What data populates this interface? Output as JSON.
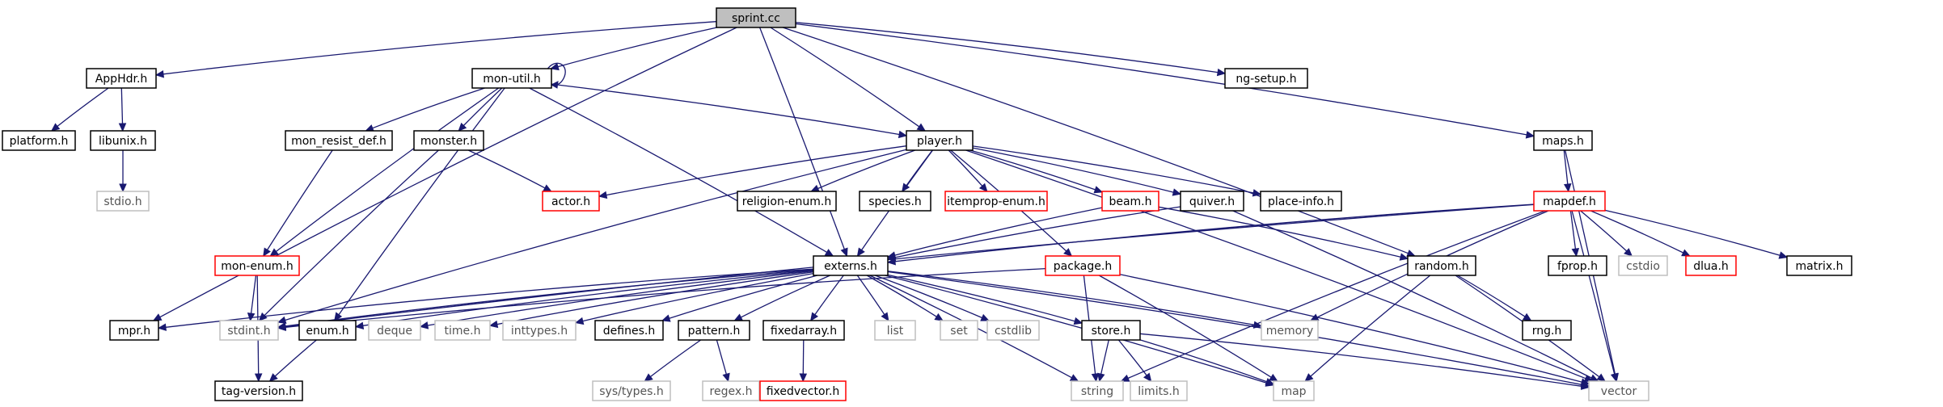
{
  "nodes": {
    "sprint_cc": {
      "label": "sprint.cc",
      "style": "root"
    },
    "apphdr_h": {
      "label": "AppHdr.h",
      "style": "normal"
    },
    "mon_util_h": {
      "label": "mon-util.h",
      "style": "normal"
    },
    "ng_setup_h": {
      "label": "ng-setup.h",
      "style": "normal"
    },
    "platform_h": {
      "label": "platform.h",
      "style": "normal"
    },
    "libunix_h": {
      "label": "libunix.h",
      "style": "normal"
    },
    "stdio_h": {
      "label": "stdio.h",
      "style": "system"
    },
    "mon_resist_def_h": {
      "label": "mon_resist_def.h",
      "style": "normal"
    },
    "monster_h": {
      "label": "monster.h",
      "style": "normal"
    },
    "player_h": {
      "label": "player.h",
      "style": "normal"
    },
    "maps_h": {
      "label": "maps.h",
      "style": "normal"
    },
    "religion_enum_h": {
      "label": "religion-enum.h",
      "style": "normal"
    },
    "species_h": {
      "label": "species.h",
      "style": "normal"
    },
    "itemprop_enum_h": {
      "label": "itemprop-enum.h",
      "style": "truncated"
    },
    "beam_h": {
      "label": "beam.h",
      "style": "truncated"
    },
    "quiver_h": {
      "label": "quiver.h",
      "style": "normal"
    },
    "place_info_h": {
      "label": "place-info.h",
      "style": "normal"
    },
    "actor_h": {
      "label": "actor.h",
      "style": "truncated"
    },
    "mapdef_h": {
      "label": "mapdef.h",
      "style": "truncated"
    },
    "mon_enum_h": {
      "label": "mon-enum.h",
      "style": "truncated"
    },
    "externs_h": {
      "label": "externs.h",
      "style": "normal"
    },
    "package_h": {
      "label": "package.h",
      "style": "truncated"
    },
    "random_h": {
      "label": "random.h",
      "style": "normal"
    },
    "fprop_h": {
      "label": "fprop.h",
      "style": "normal"
    },
    "cstdio": {
      "label": "cstdio",
      "style": "system"
    },
    "dlua_h": {
      "label": "dlua.h",
      "style": "truncated"
    },
    "matrix_h": {
      "label": "matrix.h",
      "style": "normal"
    },
    "mpr_h": {
      "label": "mpr.h",
      "style": "normal"
    },
    "stdint_h": {
      "label": "stdint.h",
      "style": "system"
    },
    "enum_h": {
      "label": "enum.h",
      "style": "normal"
    },
    "deque": {
      "label": "deque",
      "style": "system"
    },
    "time_h": {
      "label": "time.h",
      "style": "system"
    },
    "inttypes_h": {
      "label": "inttypes.h",
      "style": "system"
    },
    "defines_h": {
      "label": "defines.h",
      "style": "normal"
    },
    "pattern_h": {
      "label": "pattern.h",
      "style": "normal"
    },
    "fixedarray_h": {
      "label": "fixedarray.h",
      "style": "normal"
    },
    "list": {
      "label": "list",
      "style": "system"
    },
    "set": {
      "label": "set",
      "style": "system"
    },
    "cstdlib": {
      "label": "cstdlib",
      "style": "system"
    },
    "store_h": {
      "label": "store.h",
      "style": "normal"
    },
    "memory": {
      "label": "memory",
      "style": "system"
    },
    "rng_h": {
      "label": "rng.h",
      "style": "normal"
    },
    "tag_version_h": {
      "label": "tag-version.h",
      "style": "normal"
    },
    "sys_types_h": {
      "label": "sys/types.h",
      "style": "system"
    },
    "regex_h": {
      "label": "regex.h",
      "style": "system"
    },
    "fixedvector_h": {
      "label": "fixedvector.h",
      "style": "truncated"
    },
    "string": {
      "label": "string",
      "style": "system"
    },
    "limits_h": {
      "label": "limits.h",
      "style": "system"
    },
    "map": {
      "label": "map",
      "style": "system"
    },
    "vector": {
      "label": "vector",
      "style": "system"
    }
  },
  "edges": [
    [
      "sprint_cc",
      "apphdr_h"
    ],
    [
      "sprint_cc",
      "mon_util_h"
    ],
    [
      "sprint_cc",
      "ng_setup_h"
    ],
    [
      "sprint_cc",
      "mpr_h"
    ],
    [
      "sprint_cc",
      "player_h"
    ],
    [
      "sprint_cc",
      "maps_h"
    ],
    [
      "sprint_cc",
      "externs_h"
    ],
    [
      "sprint_cc",
      "random_h"
    ],
    [
      "apphdr_h",
      "platform_h"
    ],
    [
      "apphdr_h",
      "libunix_h"
    ],
    [
      "libunix_h",
      "stdio_h"
    ],
    [
      "mon_util_h",
      "mon_util_h"
    ],
    [
      "mon_util_h",
      "mon_resist_def_h"
    ],
    [
      "mon_util_h",
      "monster_h"
    ],
    [
      "mon_util_h",
      "player_h"
    ],
    [
      "mon_util_h",
      "mon_enum_h"
    ],
    [
      "mon_util_h",
      "enum_h"
    ],
    [
      "mon_util_h",
      "externs_h"
    ],
    [
      "mon_resist_def_h",
      "mon_enum_h"
    ],
    [
      "monster_h",
      "actor_h"
    ],
    [
      "monster_h",
      "stdint_h"
    ],
    [
      "player_h",
      "religion_enum_h"
    ],
    [
      "player_h",
      "species_h"
    ],
    [
      "player_h",
      "itemprop_enum_h"
    ],
    [
      "player_h",
      "beam_h"
    ],
    [
      "player_h",
      "quiver_h"
    ],
    [
      "player_h",
      "place_info_h"
    ],
    [
      "player_h",
      "actor_h"
    ],
    [
      "player_h",
      "package_h"
    ],
    [
      "player_h",
      "externs_h"
    ],
    [
      "player_h",
      "stdint_h"
    ],
    [
      "player_h",
      "vector"
    ],
    [
      "beam_h",
      "externs_h"
    ],
    [
      "beam_h",
      "random_h"
    ],
    [
      "quiver_h",
      "externs_h"
    ],
    [
      "quiver_h",
      "vector"
    ],
    [
      "maps_h",
      "mapdef_h"
    ],
    [
      "maps_h",
      "vector"
    ],
    [
      "mapdef_h",
      "fprop_h"
    ],
    [
      "mapdef_h",
      "cstdio"
    ],
    [
      "mapdef_h",
      "dlua_h"
    ],
    [
      "mapdef_h",
      "matrix_h"
    ],
    [
      "mapdef_h",
      "externs_h"
    ],
    [
      "mapdef_h",
      "memory"
    ],
    [
      "mapdef_h",
      "string"
    ],
    [
      "mapdef_h",
      "vector"
    ],
    [
      "mapdef_h",
      "stdint_h"
    ],
    [
      "mon_enum_h",
      "stdint_h"
    ],
    [
      "mon_enum_h",
      "tag_version_h"
    ],
    [
      "externs_h",
      "mpr_h"
    ],
    [
      "externs_h",
      "stdint_h"
    ],
    [
      "externs_h",
      "enum_h"
    ],
    [
      "externs_h",
      "deque"
    ],
    [
      "externs_h",
      "time_h"
    ],
    [
      "externs_h",
      "inttypes_h"
    ],
    [
      "externs_h",
      "defines_h"
    ],
    [
      "externs_h",
      "pattern_h"
    ],
    [
      "externs_h",
      "fixedarray_h"
    ],
    [
      "externs_h",
      "list"
    ],
    [
      "externs_h",
      "set"
    ],
    [
      "externs_h",
      "cstdlib"
    ],
    [
      "externs_h",
      "store_h"
    ],
    [
      "externs_h",
      "memory"
    ],
    [
      "externs_h",
      "string"
    ],
    [
      "externs_h",
      "map"
    ],
    [
      "externs_h",
      "vector"
    ],
    [
      "package_h",
      "string"
    ],
    [
      "package_h",
      "map"
    ],
    [
      "package_h",
      "vector"
    ],
    [
      "package_h",
      "stdint_h"
    ],
    [
      "random_h",
      "rng_h"
    ],
    [
      "random_h",
      "vector"
    ],
    [
      "random_h",
      "map"
    ],
    [
      "enum_h",
      "tag_version_h"
    ],
    [
      "pattern_h",
      "sys_types_h"
    ],
    [
      "pattern_h",
      "regex_h"
    ],
    [
      "fixedarray_h",
      "fixedvector_h"
    ],
    [
      "store_h",
      "string"
    ],
    [
      "store_h",
      "limits_h"
    ],
    [
      "store_h",
      "map"
    ],
    [
      "store_h",
      "vector"
    ]
  ],
  "colors": {
    "root_fill": "#bfbfbf",
    "normal_border": "#000000",
    "truncated_border": "#ff0000",
    "system_border": "#bfbfbf",
    "edge": "#191970",
    "system_text": "#555555"
  }
}
